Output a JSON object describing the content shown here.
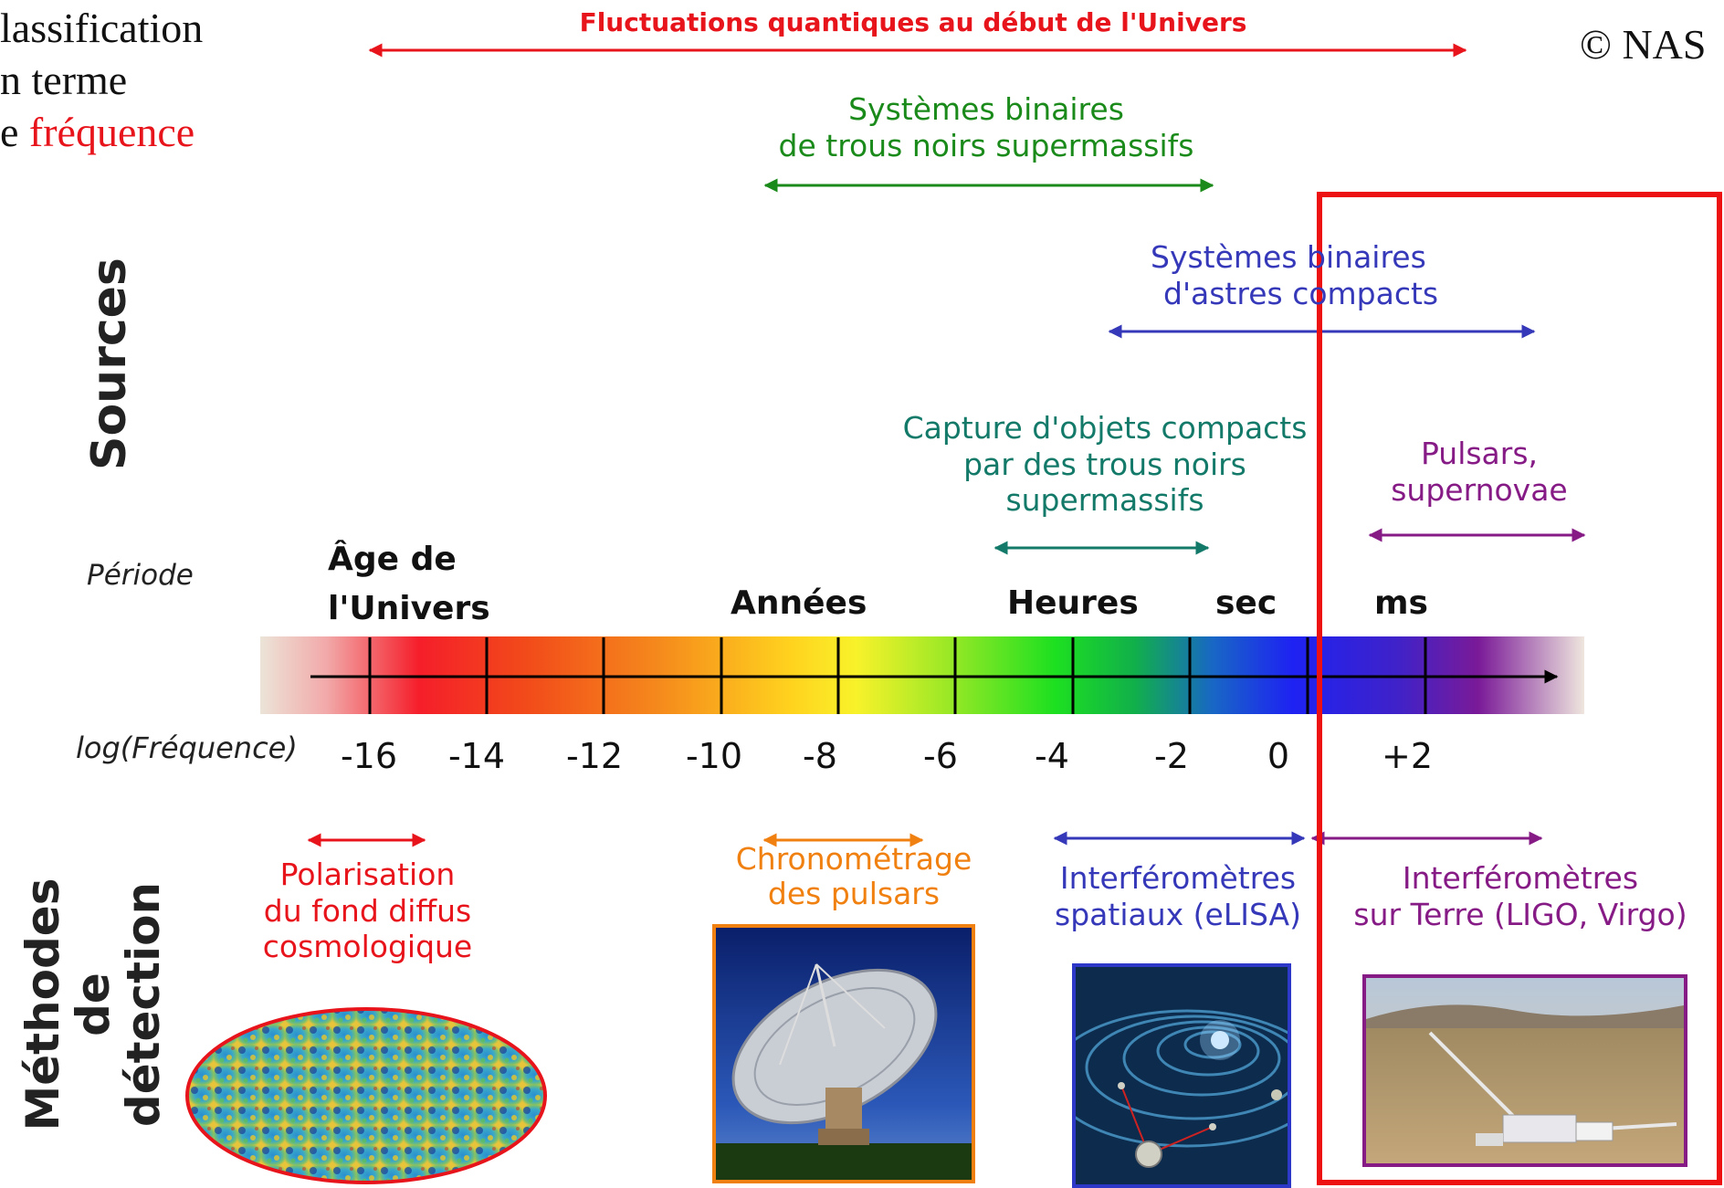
{
  "header": {
    "text_line1": "lassification",
    "text_line2": "n terme",
    "text_line3_prefix": "e ",
    "text_line3_highlight": "fréquence",
    "copyright": "© NAS"
  },
  "colors": {
    "red": "#e8141c",
    "green": "#1a8a1a",
    "blue": "#3538b8",
    "teal": "#137a6a",
    "purple": "#861b86",
    "orange": "#f08010",
    "highlight_box": "#ee1111"
  },
  "sources": {
    "axis_title": "Sources",
    "fluctuations": "Fluctuations quantiques au début de l'Univers",
    "smbh_binaries": [
      "Systèmes binaires",
      "de trous noirs supermassifs"
    ],
    "compact_binaries": [
      "Systèmes binaires",
      "d'astres compacts"
    ],
    "emri": [
      "Capture d'objets compacts",
      "par des trous noirs",
      "supermassifs"
    ],
    "pulsars": [
      "Pulsars,",
      "supernovae"
    ]
  },
  "scale": {
    "period_label": "Période",
    "periods": {
      "age_univers": [
        "Âge de",
        "l'Univers"
      ],
      "annees": "Années",
      "heures": "Heures",
      "sec": "sec",
      "ms": "ms"
    },
    "freq_label": "log(Fréquence)",
    "ticks": [
      "-16",
      "-14",
      "-12",
      "-10",
      "-8",
      "-6",
      "-4",
      "-2",
      "0",
      "+2"
    ]
  },
  "detection": {
    "axis_title": [
      "Méthodes",
      "de détection"
    ],
    "cmb": [
      "Polarisation",
      "du fond diffus",
      "cosmologique"
    ],
    "pta": [
      "Chronométrage",
      "des pulsars"
    ],
    "space": [
      "Interféromètres",
      "spatiaux (eLISA)"
    ],
    "ground": [
      "Interféromètres",
      "sur Terre (LIGO, Virgo)"
    ]
  }
}
